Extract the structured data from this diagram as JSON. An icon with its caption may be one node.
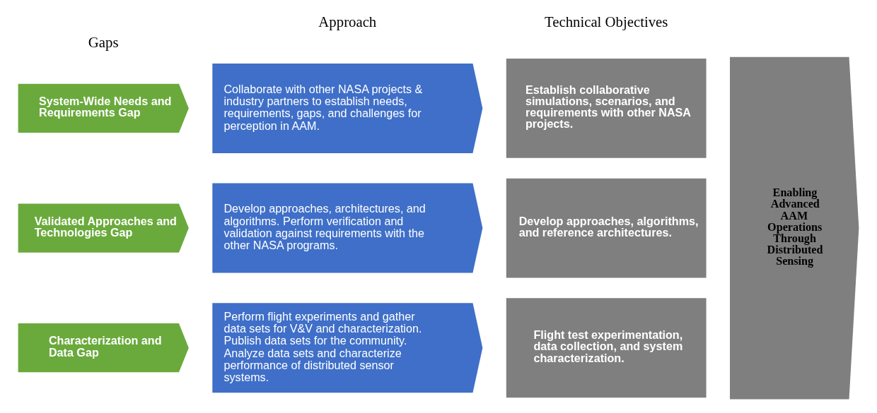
{
  "diagram": {
    "nodes": [
      {
        "text": [
          "System-Wide Needs and Requirements Gap"
        ]
      },
      {
        "text": [
          "Collaborate with other NASA projects & industry partners to establish needs, requirements, gaps, and challenges for perception in AAM."
        ]
      },
      {
        "text": [
          "Establish collaborative simulations, scenarios, and requirements with other NASA projects."
        ]
      },
      {
        "text": [
          "Validated Approaches and Technologies Gap"
        ]
      },
      {
        "text": [
          "Develop approaches, architectures, and algorithms. Perform verification and validation against requirements with the other NASA programs."
        ]
      },
      {
        "text": [
          "Develop approaches, algorithms, and reference architectures."
        ]
      },
      {
        "text": [
          "Characterization and Data Gap"
        ]
      },
      {
        "text": [
          "Perform flight experiments and gather data sets for V&V and characterization. Publish data sets for the community. Analyze data sets and characterize performance of distributed sensor systems."
        ]
      },
      {
        "text": [
          "Flight test experimentation, data collection, and system characterization."
        ]
      },
      {
        "text": [
          "Enabling Advanced AAM Operations Through Distributed Sensing"
        ]
      }
    ],
    "edges": [],
    "labels": [
      "Gaps",
      "Approach",
      "Technical Objectives"
    ]
  }
}
